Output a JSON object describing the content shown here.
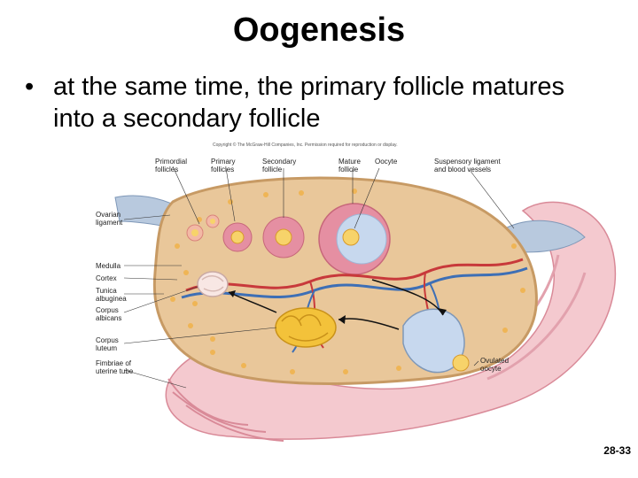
{
  "slide": {
    "title": "Oogenesis",
    "bullet": "at the same time, the primary follicle matures into a secondary follicle",
    "bullet_marker": "•",
    "page_number": "28-33"
  },
  "figure": {
    "copyright": "Copyright © The McGraw-Hill Companies, Inc. Permission required for reproduction or display.",
    "labels": {
      "primordial": "Primordial follicles",
      "primary": "Primary follicles",
      "secondary": "Secondary follicle",
      "mature": "Mature follicle",
      "oocyte": "Oocyte",
      "suspensory": "Suspensory ligament and blood vessels",
      "ovarian_ligament": "Ovarian ligament",
      "medulla": "Medulla",
      "cortex": "Cortex",
      "tunica": "Tunica albuginea",
      "corpus_albicans": "Corpus albicans",
      "corpus_luteum": "Corpus luteum",
      "fimbriae": "Fimbriae of uterine tube",
      "ovulated": "Ovulated oocyte"
    }
  },
  "colors": {
    "tissue": "#e9c79a",
    "tissue_edge": "#c79a64",
    "follicle": "#e58fa2",
    "antrum": "#c7d8ee",
    "vessel_red": "#c8393b",
    "vessel_blue": "#3e6fb5",
    "tube": "#f4c9cf"
  }
}
